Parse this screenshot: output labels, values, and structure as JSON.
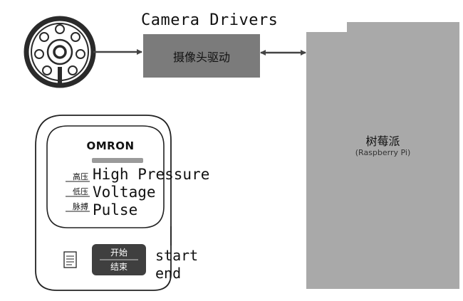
{
  "camera_drivers": {
    "title": "Camera Drivers",
    "box_label": "摄像头驱动"
  },
  "raspberry_pi": {
    "label_cn": "树莓派",
    "label_en": "(Raspberry Pi)"
  },
  "monitor": {
    "brand": "OMRON",
    "readings": [
      {
        "cn": "高压",
        "en": "High Pressure"
      },
      {
        "cn": "低压",
        "en": "Voltage"
      },
      {
        "cn": "脉搏",
        "en": "Pulse"
      }
    ],
    "button_top": "开始",
    "button_bottom": "结束",
    "start_label": "start",
    "end_label": "end"
  },
  "colors": {
    "driver_box": "#7b7b7b",
    "pi_box": "#a9a9a9",
    "button": "#3f3f3f"
  },
  "icons": [
    "camera-icon",
    "document-icon"
  ]
}
